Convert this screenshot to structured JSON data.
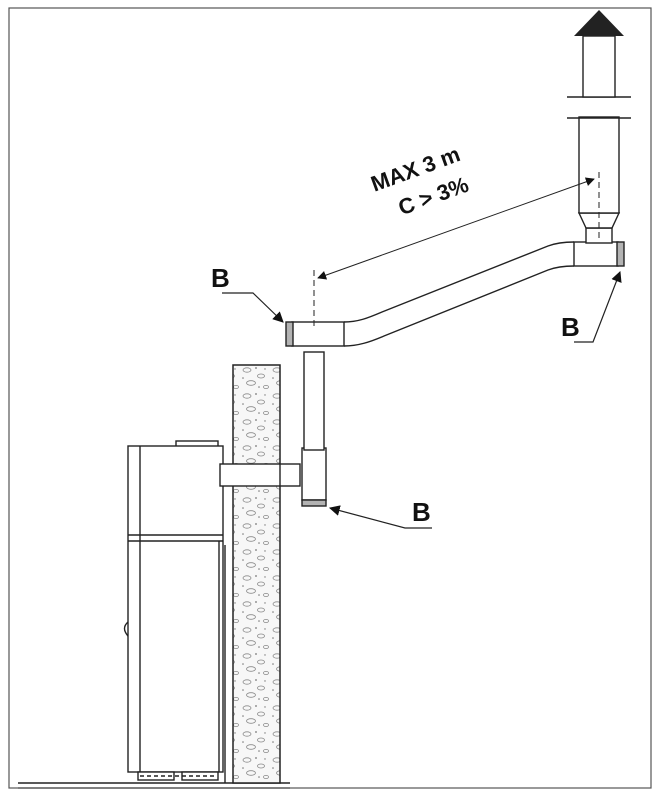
{
  "dimension": {
    "length_label": "MAX 3 m",
    "slope_label": "C > 3%"
  },
  "callouts": [
    {
      "id": "top-left",
      "label": "B"
    },
    {
      "id": "right",
      "label": "B"
    },
    {
      "id": "bottom",
      "label": "B"
    }
  ],
  "colors": {
    "line": "#222222",
    "cap_fill": "#b3b3b3",
    "frame": "#555555"
  }
}
